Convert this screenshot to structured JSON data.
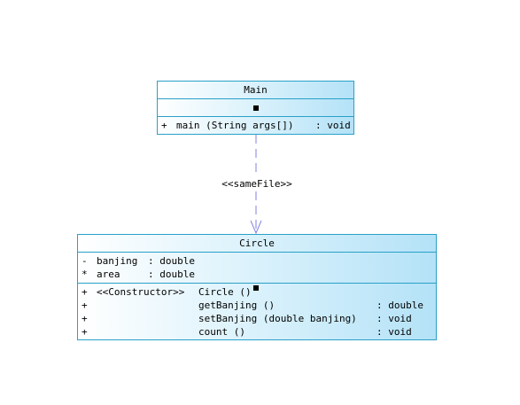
{
  "classes": {
    "main": {
      "name": "Main",
      "operations": [
        {
          "visibility": "+",
          "signature": "main (String args[])",
          "type": ": void"
        }
      ]
    },
    "circle": {
      "name": "Circle",
      "attributes": [
        {
          "visibility": "-",
          "name": "banjing",
          "type": ": double"
        },
        {
          "visibility": "*",
          "name": "area",
          "type": ": double"
        }
      ],
      "operations": [
        {
          "visibility": "+",
          "stereotype": "<<Constructor>>",
          "name": "Circle ()",
          "type": ""
        },
        {
          "visibility": "+",
          "stereotype": "",
          "name": "getBanjing ()",
          "type": ": double"
        },
        {
          "visibility": "+",
          "stereotype": "",
          "name": "setBanjing (double banjing)",
          "type": ": void"
        },
        {
          "visibility": "+",
          "stereotype": "",
          "name": "count ()",
          "type": ": void"
        }
      ]
    }
  },
  "relationship": {
    "stereotype": "<<sameFile>>",
    "from": "Main",
    "to": "Circle",
    "style": "dashed-dependency"
  },
  "colors": {
    "class_border": "#2aa0c8",
    "class_fill_light": "#ffffff",
    "class_fill_dark": "#b4e2f7",
    "edge": "#8080e0"
  }
}
